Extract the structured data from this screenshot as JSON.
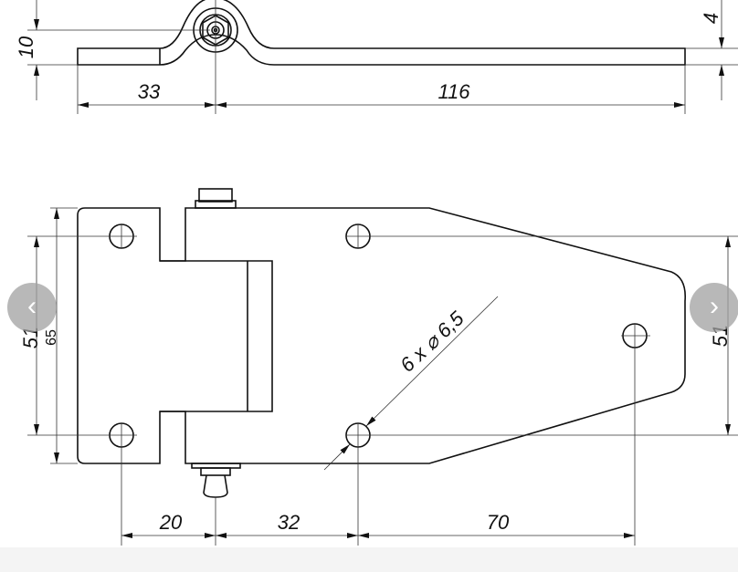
{
  "carousel": {
    "prev_icon": "‹",
    "next_icon": "›"
  },
  "drawing": {
    "side_view": {
      "dim_height": "10",
      "dim_thickness": "4",
      "dim_left": "33",
      "dim_right": "116"
    },
    "top_view": {
      "dim_hole_spacing_left": "51",
      "dim_plate_height": "65",
      "dim_hole_spacing_right": "51",
      "dim_a": "20",
      "dim_b": "32",
      "dim_c": "70",
      "hole_note": "6 x ⌀ 6,5"
    }
  },
  "colors": {
    "line": "#111111",
    "thin": "#333333",
    "arrow_bg": "#a0a0a0",
    "footer": "#f4f4f4"
  }
}
